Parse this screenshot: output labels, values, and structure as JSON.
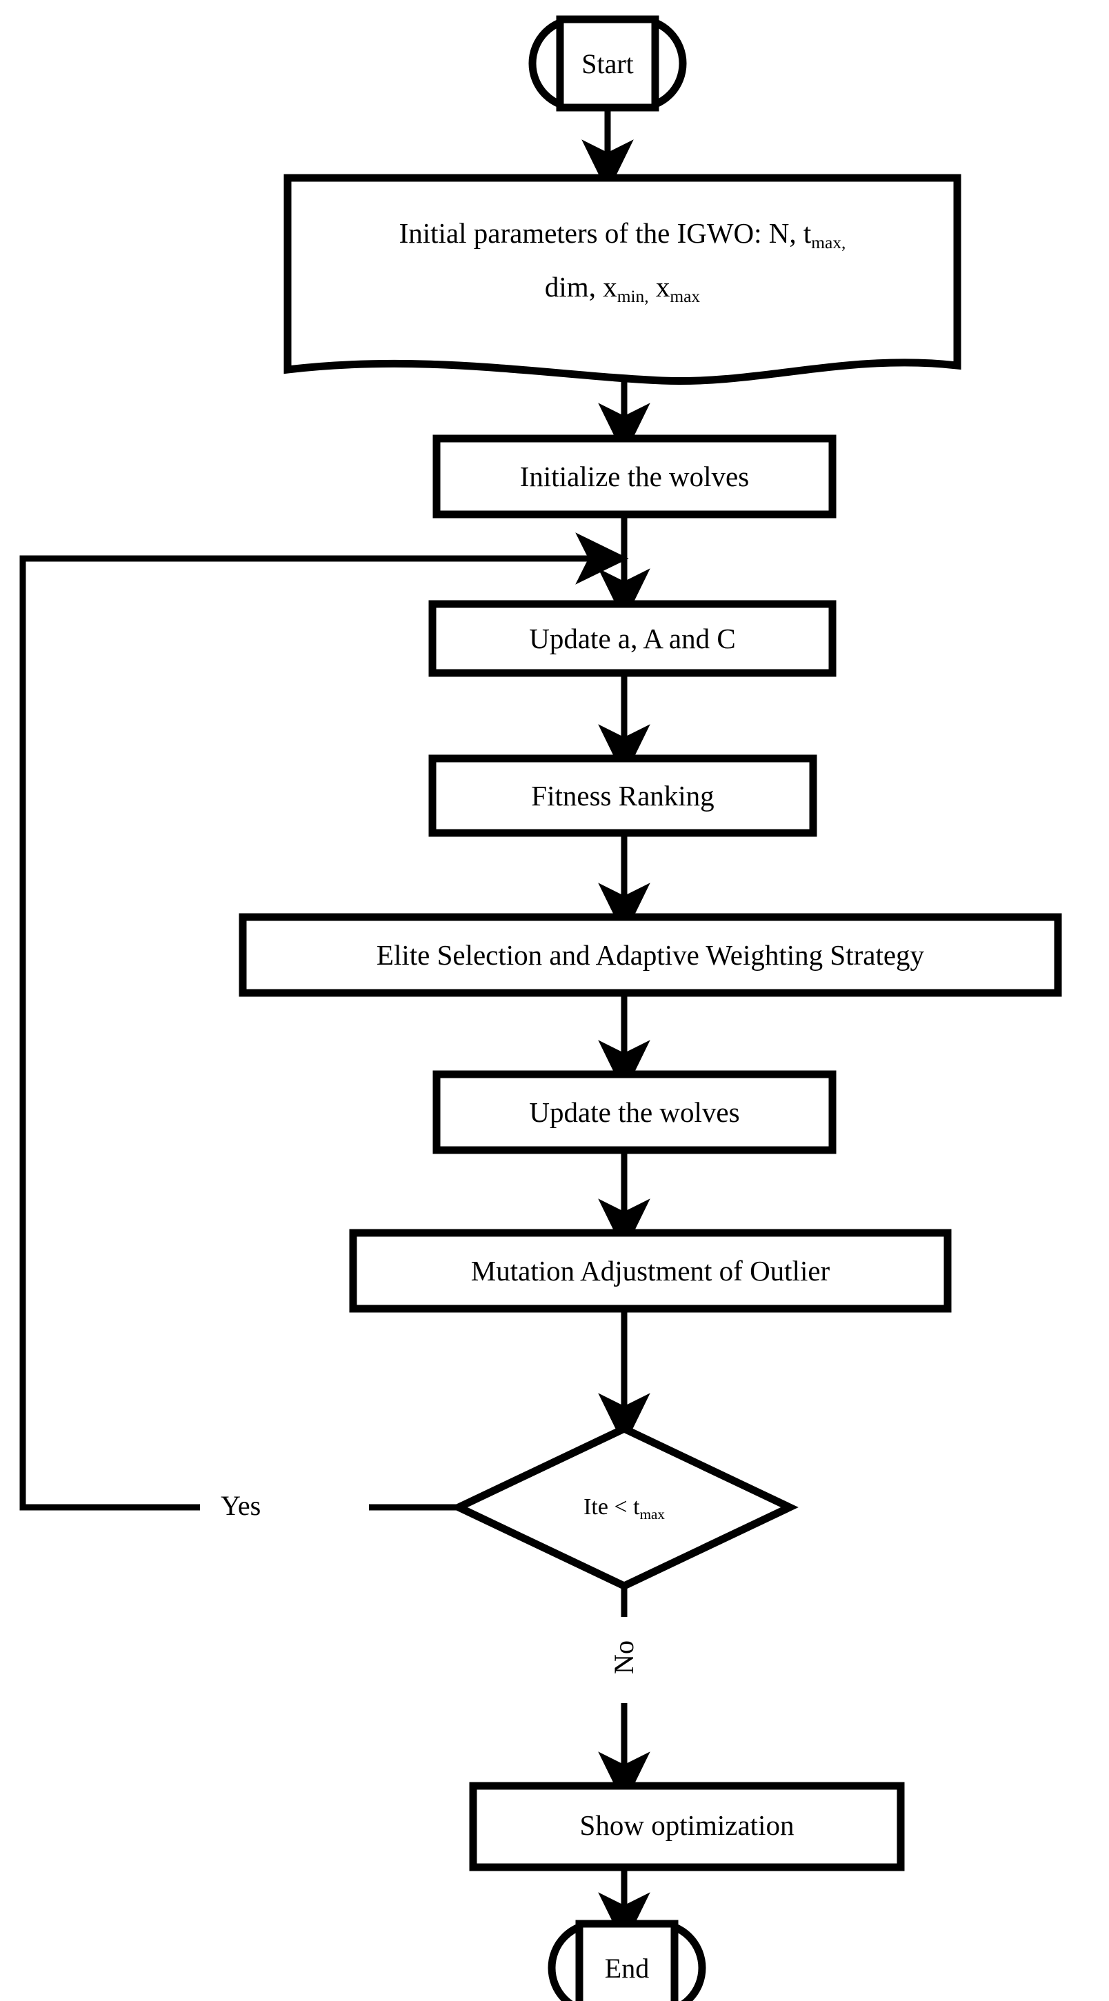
{
  "diagram": {
    "type": "flowchart",
    "title": "IGWO optimization flowchart",
    "orientation": "top-to-bottom",
    "stroke_color": "#000000",
    "fill_color": "#ffffff",
    "background_color": "#ffffff"
  },
  "nodes": {
    "start": {
      "shape": "terminal",
      "label": "Start"
    },
    "initial_parameters": {
      "shape": "document",
      "line1": "Initial parameters of the IGWO: N, t",
      "line1_sub": "max,",
      "line2_a": "dim, x",
      "line2_sub_a": "min,",
      "line2_b": " x",
      "line2_sub_b": "max",
      "plain_text": "Initial parameters of the IGWO: N, tmax, dim, xmin, xmax"
    },
    "initialize_wolves": {
      "shape": "process",
      "label": "Initialize the wolves"
    },
    "update_a_A_C": {
      "shape": "process",
      "label": "Update a, A and C"
    },
    "fitness_ranking": {
      "shape": "process",
      "label": "Fitness Ranking"
    },
    "elite_selection": {
      "shape": "process",
      "label": "Elite Selection and Adaptive Weighting Strategy"
    },
    "update_the_wolves": {
      "shape": "process",
      "label": "Update the wolves"
    },
    "mutation_adjustment": {
      "shape": "process",
      "label": "Mutation Adjustment of Outlier"
    },
    "decision_iteration": {
      "shape": "decision",
      "label_main": "Ite < t",
      "label_sub": "max",
      "plain_text": "Ite < tmax"
    },
    "show_optimization": {
      "shape": "process",
      "label": "Show optimization"
    },
    "end": {
      "shape": "terminal",
      "label": "End"
    }
  },
  "edge_labels": {
    "yes": "Yes",
    "no": "No"
  },
  "edges": [
    {
      "from": "start",
      "to": "initial_parameters",
      "label": ""
    },
    {
      "from": "initial_parameters",
      "to": "initialize_wolves",
      "label": ""
    },
    {
      "from": "initialize_wolves",
      "to": "update_a_A_C",
      "label": ""
    },
    {
      "from": "update_a_A_C",
      "to": "fitness_ranking",
      "label": ""
    },
    {
      "from": "fitness_ranking",
      "to": "elite_selection",
      "label": ""
    },
    {
      "from": "elite_selection",
      "to": "update_the_wolves",
      "label": ""
    },
    {
      "from": "update_the_wolves",
      "to": "mutation_adjustment",
      "label": ""
    },
    {
      "from": "mutation_adjustment",
      "to": "decision_iteration",
      "label": ""
    },
    {
      "from": "decision_iteration",
      "to": "update_a_A_C",
      "label": "Yes"
    },
    {
      "from": "decision_iteration",
      "to": "show_optimization",
      "label": "No"
    },
    {
      "from": "show_optimization",
      "to": "end",
      "label": ""
    }
  ]
}
